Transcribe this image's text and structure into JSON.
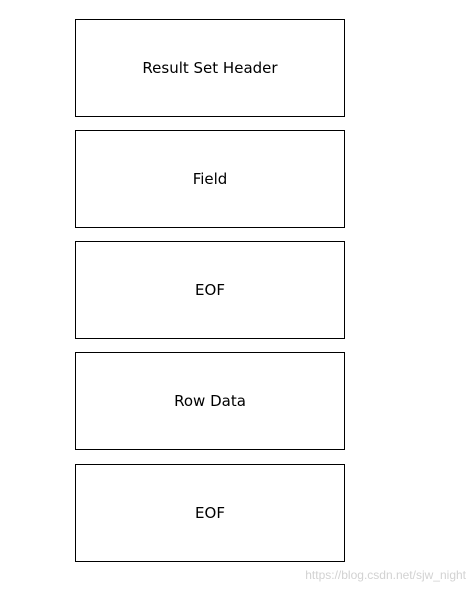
{
  "diagram": {
    "blocks": [
      {
        "label": "Result Set Header"
      },
      {
        "label": "Field"
      },
      {
        "label": "EOF"
      },
      {
        "label": "Row Data"
      },
      {
        "label": "EOF"
      }
    ]
  },
  "watermark": {
    "text": "https://blog.csdn.net/sjw_night"
  }
}
